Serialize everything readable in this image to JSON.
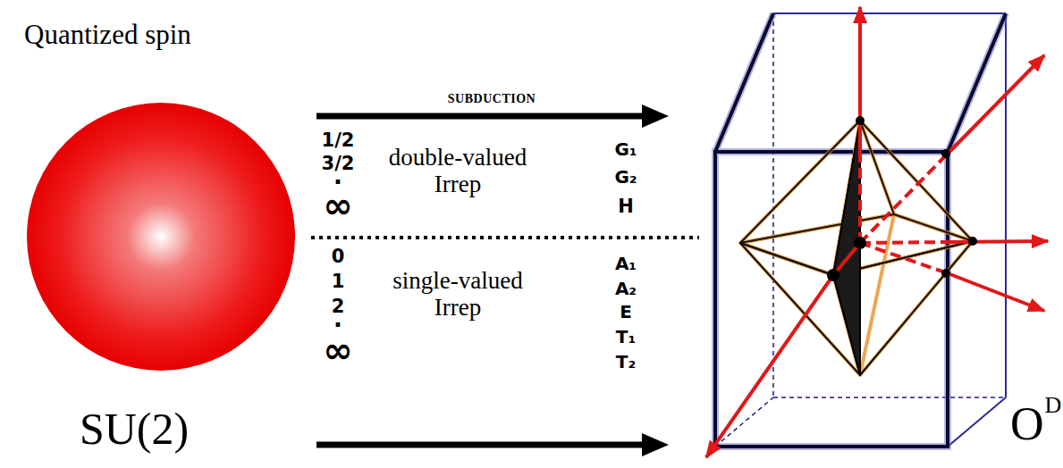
{
  "diagram": {
    "nodes": [
      {
        "text": [
          "Quantized spin",
          "SU(2)"
        ]
      },
      {
        "text": [
          "O",
          "D"
        ]
      }
    ],
    "edges": [
      {
        "from": 0,
        "to": 1,
        "arrow": "to",
        "label": "SUBDUCTION"
      },
      {
        "from": 0,
        "to": 1,
        "arrow": "to"
      }
    ],
    "labels": [
      "1/2",
      "3/2",
      "·",
      "∞",
      "double-valued Irrep",
      "G₁",
      "G₂",
      "H",
      "0",
      "1",
      "2",
      "·",
      "∞",
      "single-valued Irrep",
      "A₁",
      "A₂",
      "E",
      "T₁",
      "T₂"
    ]
  }
}
